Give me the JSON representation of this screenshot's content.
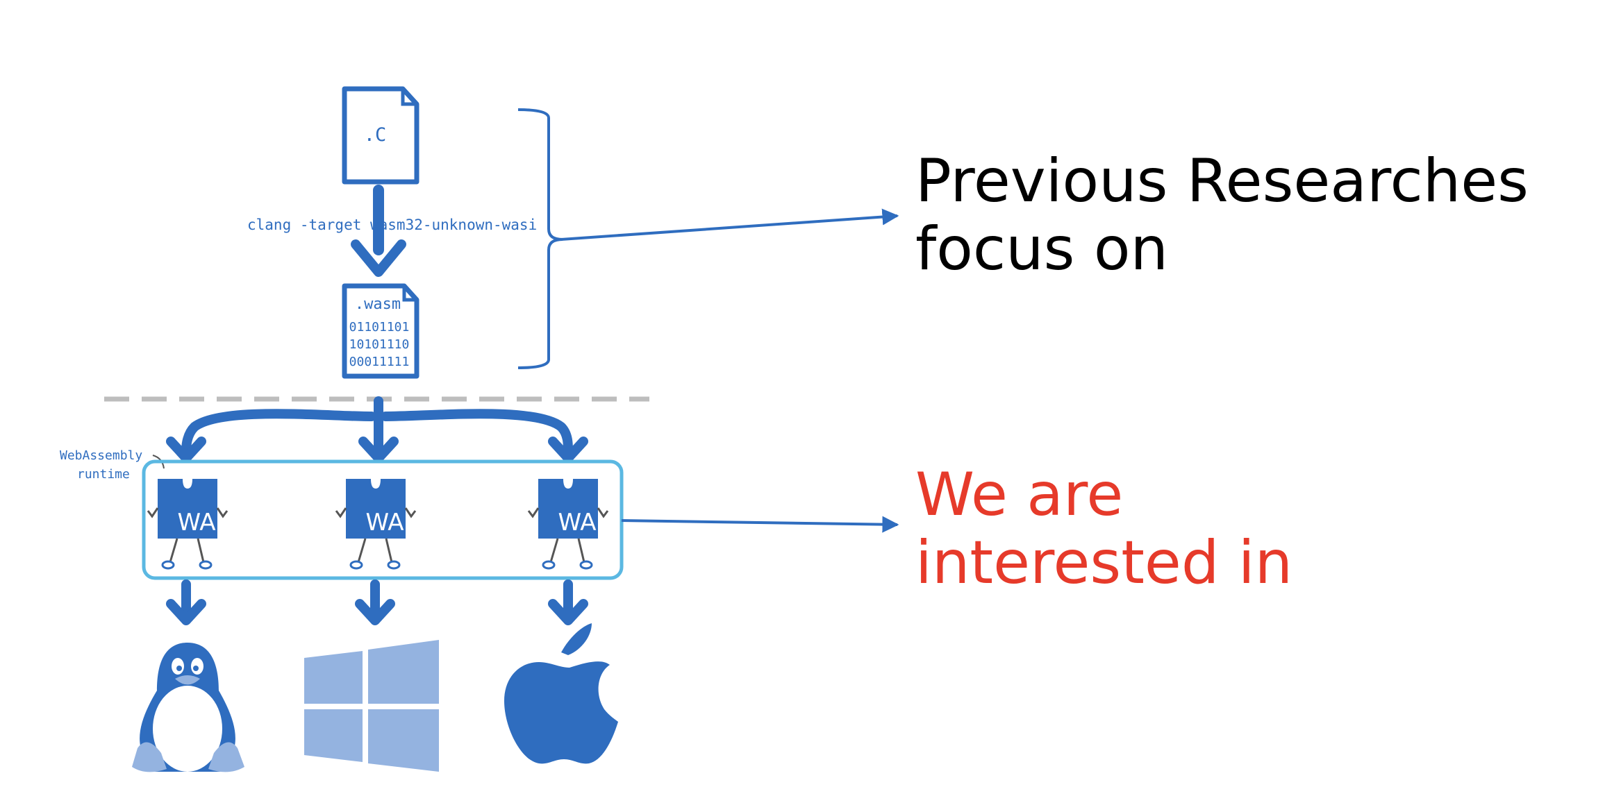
{
  "source_file": {
    "label": ".C"
  },
  "compile_command": "clang -target wasm32-unknown-wasi",
  "wasm_file": {
    "label": ".wasm",
    "binary_lines": [
      "01101101",
      "10101110",
      "00011111"
    ]
  },
  "runtime_label": [
    "WebAssembly",
    "runtime"
  ],
  "runtime_badge": "WA",
  "platform_icons": [
    "linux-penguin-icon",
    "windows-logo-icon",
    "apple-logo-icon"
  ],
  "captions": {
    "previous": [
      "Previous Researches",
      "focus on"
    ],
    "interest": [
      "We are",
      "interested in"
    ]
  },
  "colors": {
    "primary": "#2f6dbf",
    "light": "#94b3e0",
    "highlight": "#5bb8e2",
    "divider": "#bdbdbd",
    "interest": "#e63a2a"
  }
}
